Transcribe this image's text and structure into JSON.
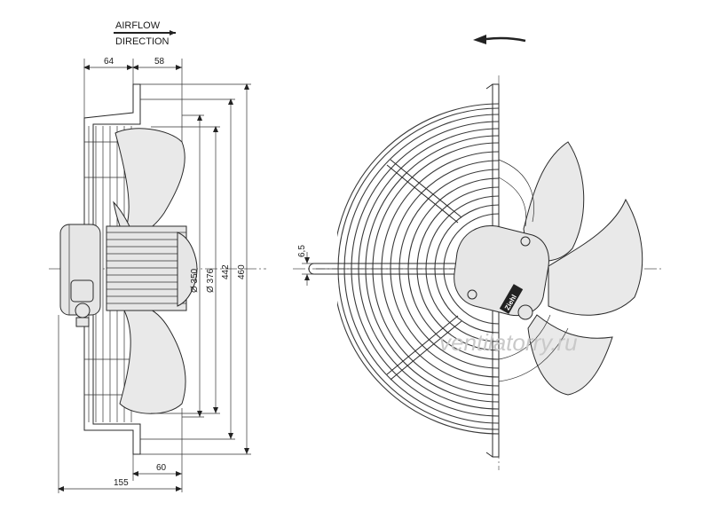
{
  "airflow": {
    "line1": "AIRFLOW",
    "line2": "DIRECTION"
  },
  "rotation_arrow": "rotation-arrow-icon",
  "dimensions": {
    "d64": "64",
    "d58": "58",
    "d60": "60",
    "d155": "155",
    "d6_5": "6,5",
    "dia350": "Ø 350",
    "dia376": "Ø 376",
    "d442": "442",
    "d460": "460"
  },
  "brand_logo": "Ziehl",
  "watermark": "ventilatorry.ru",
  "colors": {
    "line": "#2a2a2a",
    "blade_fill": "#e9e9e9",
    "watermark": "#c9c9c9"
  }
}
